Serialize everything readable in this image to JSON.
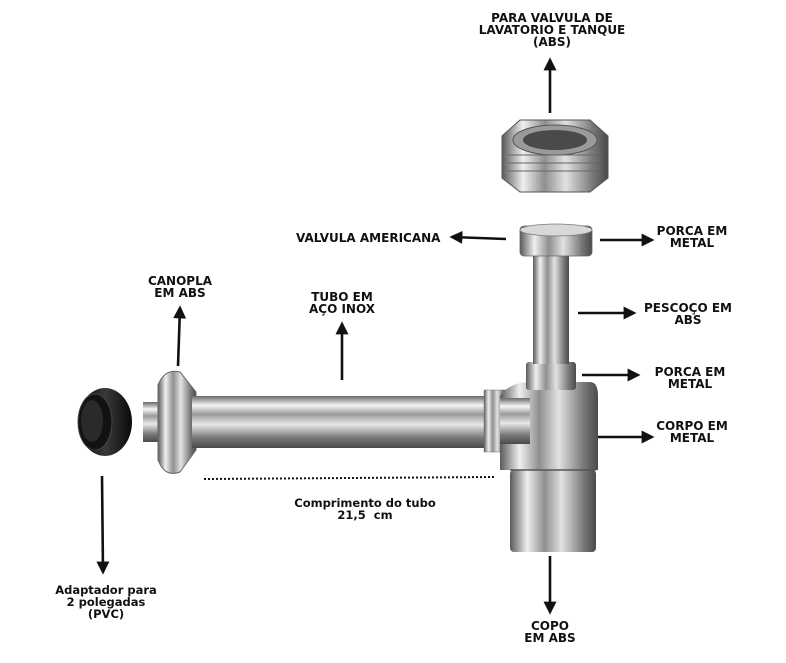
{
  "labels": {
    "top_valve": "PARA VALVULA DE\nLAVATORIO E TANQUE\n(ABS)",
    "valvula_americana": "VALVULA AMERICANA",
    "porca_top": "PORCA EM\nMETAL",
    "pescoco": "PESCOÇO EM\nABS",
    "porca_mid": "PORCA EM\nMETAL",
    "corpo": "CORPO EM\nMETAL",
    "copo": "COPO\nEM ABS",
    "canopla": "CANOPLA\nEM ABS",
    "tubo": "TUBO EM\nAÇO INOX",
    "comprimento": "Comprimento do tubo\n21,5  cm",
    "adaptador": "Adaptador para\n2 polegadas\n(PVC)"
  },
  "colors": {
    "text": "#111111",
    "arrow": "#111111",
    "chrome_dark": "#6f6f6f",
    "chrome_light": "#f4f4f4",
    "rubber": "#1a1a1a"
  }
}
